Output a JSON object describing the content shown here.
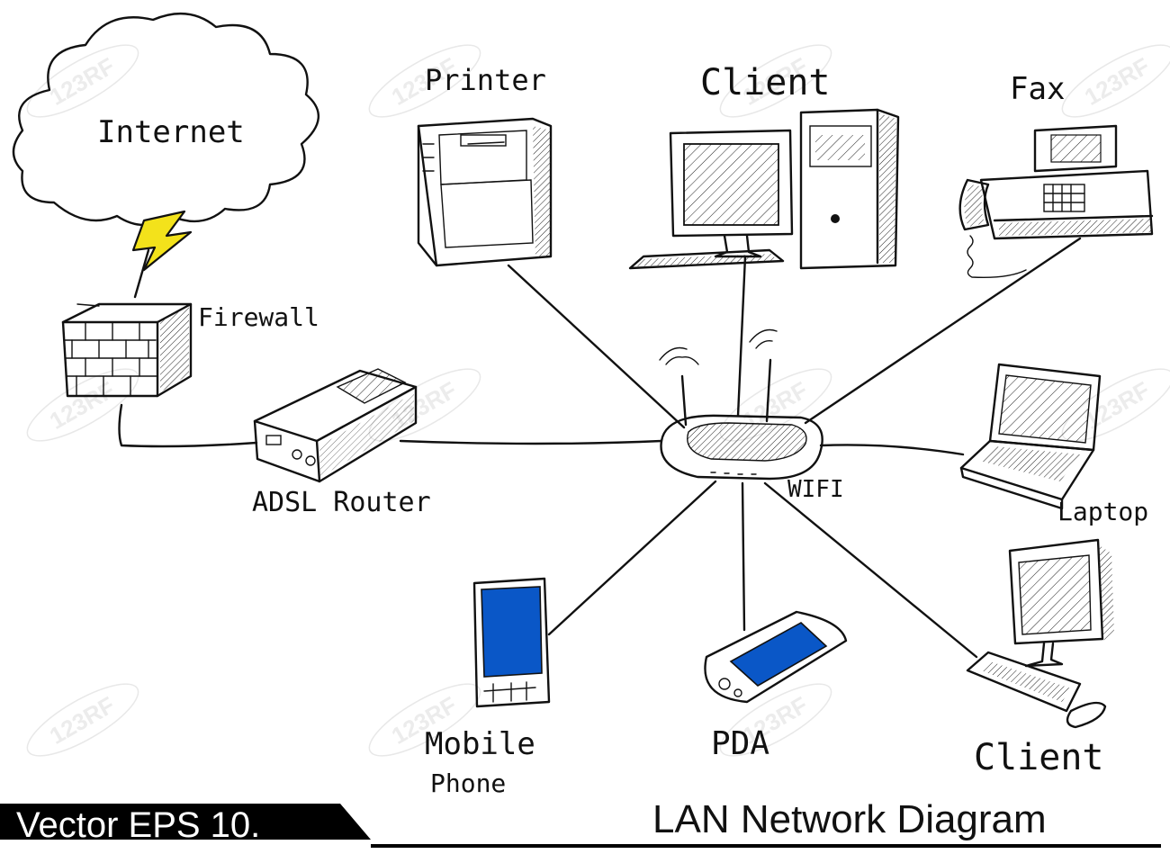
{
  "title": "LAN Network Diagram",
  "footer_badge": "Vector EPS 10.",
  "labels": {
    "internet": "Internet",
    "firewall": "Firewall",
    "adsl_router": "ADSL Router",
    "printer": "Printer",
    "client_top": "Client",
    "fax": "Fax",
    "wifi": "WIFI",
    "laptop": "Laptop",
    "mobile_phone_line1": "Mobile",
    "mobile_phone_line2": "Phone",
    "pda": "PDA",
    "client_bottom": "Client"
  },
  "colors": {
    "ink": "#111111",
    "lightning": "#f3e21b",
    "screen_blue": "#0a57c7",
    "footer_bg": "#000000"
  },
  "icons": [
    "cloud-icon",
    "lightning-icon",
    "firewall-icon",
    "adsl-router-icon",
    "printer-icon",
    "desktop-computer-icon",
    "fax-icon",
    "wifi-router-icon",
    "laptop-icon",
    "mobile-phone-icon",
    "pda-icon",
    "desktop-computer-icon"
  ]
}
